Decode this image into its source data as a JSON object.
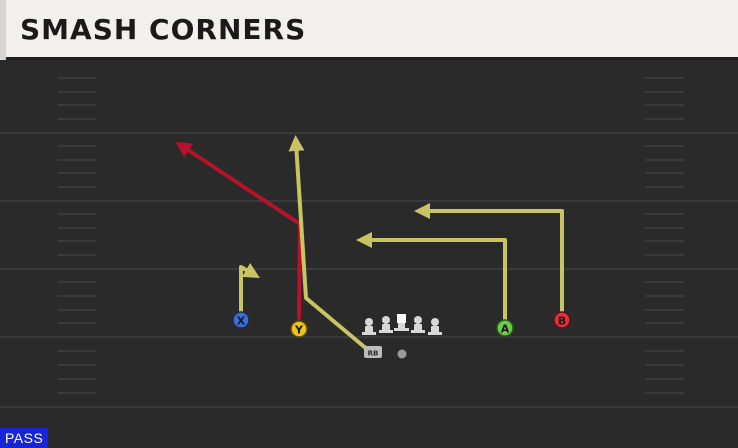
{
  "play": {
    "title": "SMASH CORNERS",
    "type_badge": "PASS"
  },
  "players": {
    "x": "X",
    "y": "Y",
    "a": "A",
    "b": "B",
    "rb": "RB"
  },
  "colors": {
    "route_yellow": "#c8c463",
    "route_red": "#b5122c",
    "button_x": "#3b6fd6",
    "button_y": "#f0c31a",
    "button_a": "#6ccc4a",
    "button_b": "#e0303c",
    "badge_blue": "#1626d6"
  }
}
